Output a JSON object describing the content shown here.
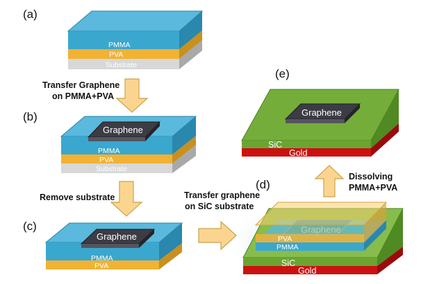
{
  "panels": {
    "a": "(a)",
    "b": "(b)",
    "c": "(c)",
    "d": "(d)",
    "e": "(e)"
  },
  "steps": {
    "transfer_graphene_line1": "Transfer Graphene",
    "transfer_graphene_line2": "on PMMA+PVA",
    "remove_substrate": "Remove substrate",
    "transfer_sic_line1": "Transfer graphene",
    "transfer_sic_line2": "on SiC substrate",
    "dissolving_line1": "Dissolving",
    "dissolving_line2": "PMMA+PVA"
  },
  "layers": {
    "pmma": "PMMA",
    "pva": "PVA",
    "substrate": "Substrate",
    "graphene": "Graphene",
    "sic": "SiC",
    "gold": "Gold"
  },
  "colors": {
    "pmma": "#3aa7cf",
    "pva": "#f2b233",
    "substrate": "#d8d8d8",
    "graphene": "#3c3c44",
    "sic": "#6aa532",
    "gold": "#cc1111",
    "arrow_fill": "#fbd590",
    "arrow_stroke": "#c9a24a"
  }
}
